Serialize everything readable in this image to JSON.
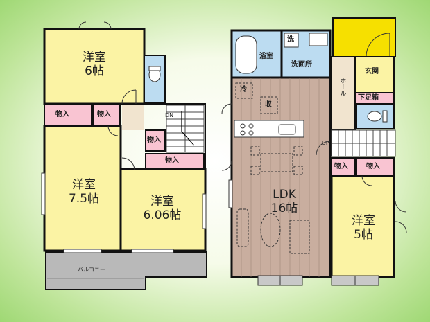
{
  "floor2": {
    "western_6": {
      "name": "洋室",
      "size": "6帖"
    },
    "western_75": {
      "name": "洋室",
      "size": "7.5帖"
    },
    "western_606": {
      "name": "洋室",
      "size": "6.06帖"
    },
    "storage": "物入",
    "balcony": "バルコニー",
    "dn": "DN"
  },
  "floor1": {
    "ldk": {
      "name": "LDK",
      "size": "16帖"
    },
    "western_5": {
      "name": "洋室",
      "size": "5帖"
    },
    "bath": "浴室",
    "washroom": "洗面所",
    "washer": "洗",
    "entrance": "玄関",
    "shoe_box": "下足箱",
    "hall": "ホール",
    "fridge": "冷",
    "storage_small": "収",
    "storage": "物入",
    "up": "UP"
  },
  "colors": {
    "bedroom": "#fbf3a4",
    "storage": "#f9c4d2",
    "ldk_floor": "#c9ae9f",
    "wet_area": "#bcdcf1",
    "hall_floor": "#f1e4cf",
    "entrance_yellow": "#f6e000",
    "balcony": "#b9b9b9",
    "wall": "#111111"
  }
}
